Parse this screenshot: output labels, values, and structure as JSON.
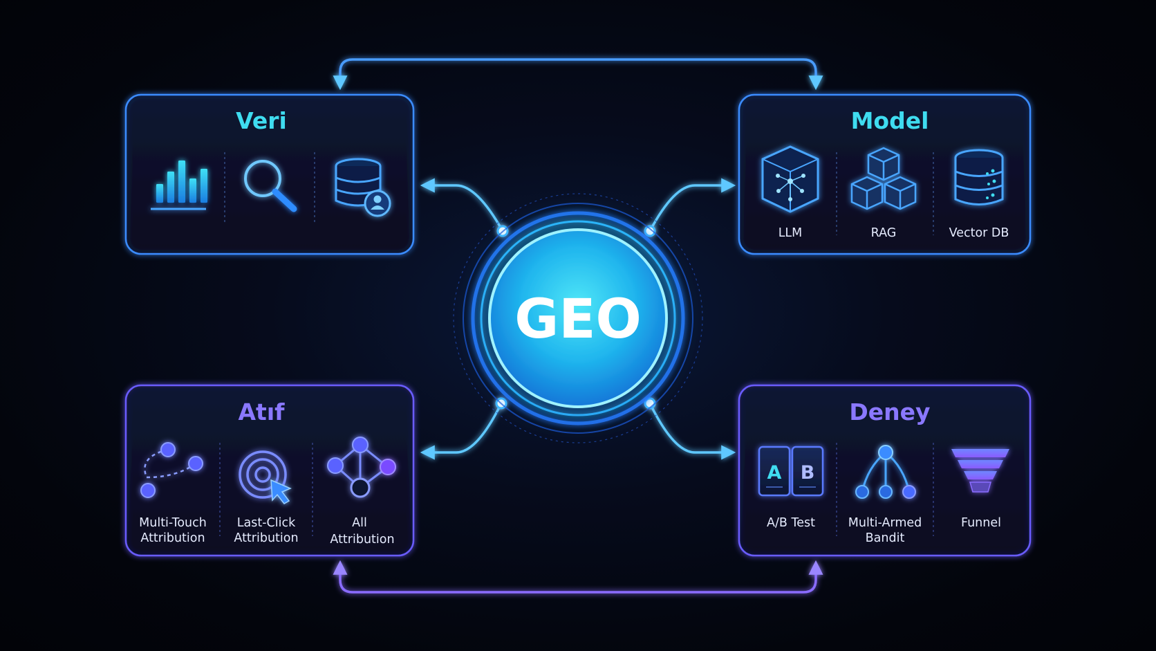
{
  "center": {
    "label": "GEO"
  },
  "panels": {
    "veri": {
      "title": "Veri",
      "items": [
        {
          "icon": "bar-chart-icon",
          "label": ""
        },
        {
          "icon": "magnifier-icon",
          "label": ""
        },
        {
          "icon": "database-user-icon",
          "label": ""
        }
      ]
    },
    "model": {
      "title": "Model",
      "items": [
        {
          "icon": "neural-cube-icon",
          "label": "LLM"
        },
        {
          "icon": "stacked-cubes-icon",
          "label": "RAG"
        },
        {
          "icon": "vector-database-icon",
          "label": "Vector DB"
        }
      ]
    },
    "atif": {
      "title": "Atıf",
      "items": [
        {
          "icon": "path-nodes-icon",
          "label_line1": "Multi-Touch",
          "label_line2": "Attribution"
        },
        {
          "icon": "target-cursor-icon",
          "label_line1": "Last-Click",
          "label_line2": "Attribution"
        },
        {
          "icon": "network-graph-icon",
          "label_line1": "All",
          "label_line2": "Attribution"
        }
      ]
    },
    "deney": {
      "title": "Deney",
      "items": [
        {
          "icon": "ab-cards-icon",
          "label_line1": "A/B Test",
          "card_a": "A",
          "card_b": "B"
        },
        {
          "icon": "tree-branches-icon",
          "label_line1": "Multi-Armed",
          "label_line2": "Bandit"
        },
        {
          "icon": "funnel-icon",
          "label_line1": "Funnel"
        }
      ]
    }
  },
  "colors": {
    "background": "#03050c",
    "cyan": "#3fdcf0",
    "blue": "#2f8cff",
    "violet": "#8a6cff",
    "panel_border_top": "#3a8cff",
    "panel_border_bottom": "#6a5cff",
    "geo_fill": "#1fb8f0"
  }
}
